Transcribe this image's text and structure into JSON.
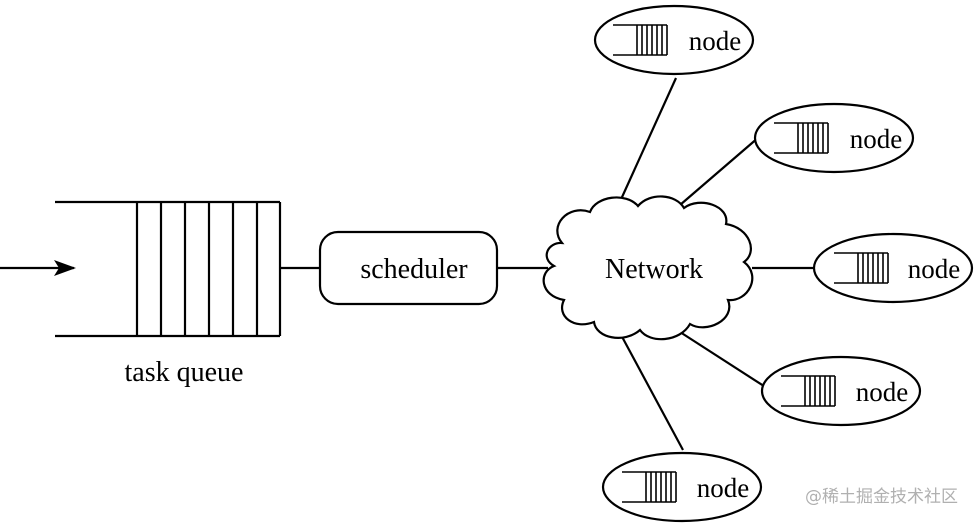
{
  "diagram": {
    "input_arrow": "arrow-right",
    "task_queue": {
      "label": "task queue",
      "slots": 6
    },
    "scheduler": {
      "label": "scheduler"
    },
    "network": {
      "label": "Network"
    },
    "nodes": [
      {
        "label": "node",
        "queue_slots": 6
      },
      {
        "label": "node",
        "queue_slots": 6
      },
      {
        "label": "node",
        "queue_slots": 6
      },
      {
        "label": "node",
        "queue_slots": 6
      },
      {
        "label": "node",
        "queue_slots": 6
      }
    ],
    "stroke_color": "#000000",
    "background": "#ffffff"
  },
  "watermark": {
    "text": "@稀土掘金技术社区"
  }
}
